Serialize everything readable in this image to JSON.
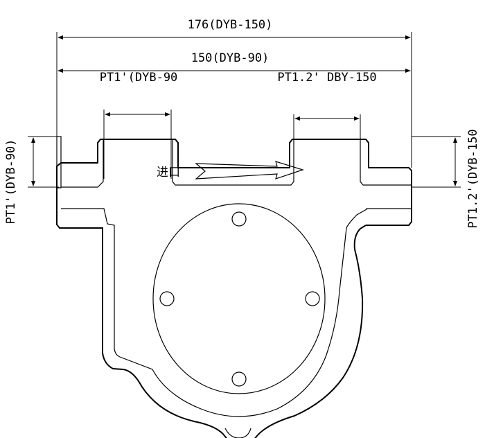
{
  "dimensions": {
    "overall_width_large": "176(DYB-150)",
    "overall_width_small": "150(DYB-90)",
    "top_port_left": "PT1'(DYB-90",
    "top_port_right": "PT1.2' DBY-150",
    "side_port_left": "PT1'(DYB-90)",
    "side_port_right": "PT1.2'(DYB-150"
  },
  "flow": {
    "inlet_label": "进口"
  }
}
